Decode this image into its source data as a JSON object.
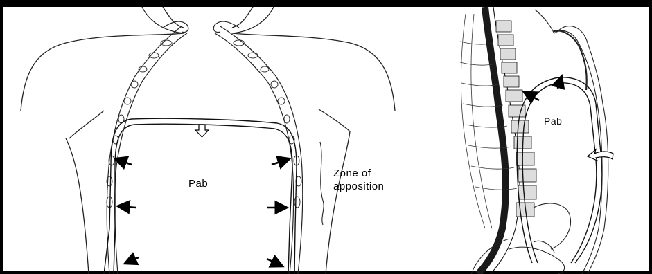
{
  "figure": {
    "frame_color": "#000000",
    "line_color": "#1a1a1a",
    "background": "#ffffff",
    "panels": [
      {
        "view": "frontal torso, chest wall and diaphragm",
        "labels": {
          "pab": "Pab",
          "zone_line1": "Zone of",
          "zone_line2": "apposition"
        }
      },
      {
        "view": "lateral spine, diaphragm and abdomen",
        "labels": {
          "pab": "Pab"
        }
      }
    ]
  }
}
